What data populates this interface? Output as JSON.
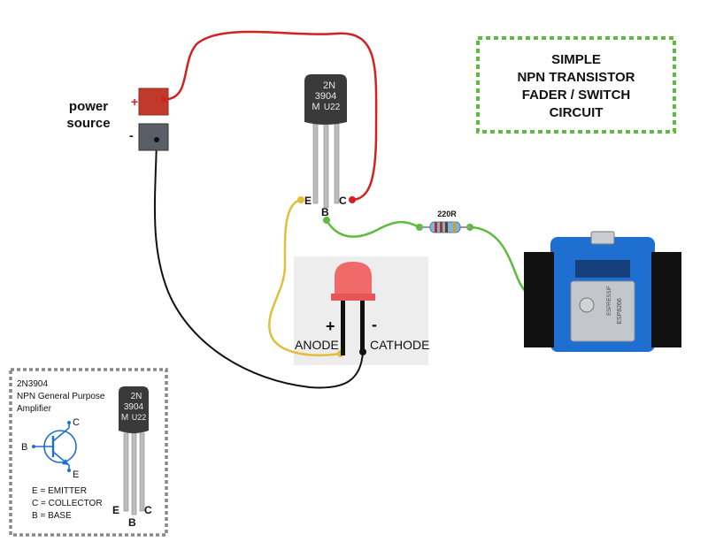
{
  "title": {
    "line1": "SIMPLE",
    "line2": "NPN TRANSISTOR",
    "line3": "FADER / SWITCH",
    "line4": "CIRCUIT"
  },
  "power_source": {
    "label_line1": "power",
    "label_line2": "source",
    "plus": "+",
    "minus": "-"
  },
  "transistor": {
    "marking_line1": "2N",
    "marking_line2": "3904",
    "marking_line3": "M",
    "marking_line4": "U22",
    "pin_e": "E",
    "pin_b": "B",
    "pin_c": "C"
  },
  "resistor": {
    "label": "220R"
  },
  "led": {
    "plus": "+",
    "minus": "-",
    "anode": "ANODE",
    "cathode": "CATHODE"
  },
  "legend": {
    "part": "2N3904",
    "desc_line1": "NPN General Purpose",
    "desc_line2": "Amplifier",
    "sym_c": "C",
    "sym_b": "B",
    "sym_e": "E",
    "key_e": "E = EMITTER",
    "key_c": "C = COLLECTOR",
    "key_b": "B = BASE",
    "pin_e": "E",
    "pin_b": "B",
    "pin_c": "C"
  },
  "board": {
    "chip_brand": "ESPRESSIF",
    "chip_model": "ESP8266"
  },
  "colors": {
    "wire_red": "#d42020",
    "wire_black": "#111111",
    "wire_green": "#5dbb3f",
    "wire_yellow": "#e0bf3a",
    "title_border": "#5dbb3f",
    "legend_border": "#888888",
    "board_blue": "#1f6fd1",
    "led_red": "#f06a6a"
  }
}
